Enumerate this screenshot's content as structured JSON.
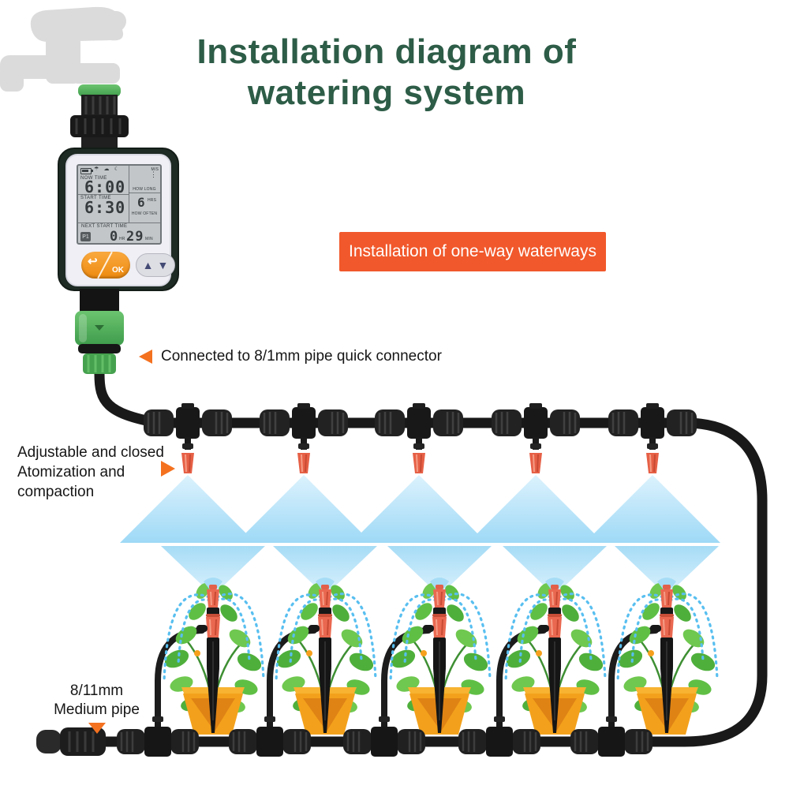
{
  "title": {
    "line1": "Installation diagram of",
    "line2": "watering system"
  },
  "banner": {
    "text": "Installation of one-way waterways"
  },
  "labels": {
    "quick_connector": "Connected to 8/1mm pipe quick connector",
    "atomizer_line1": "Adjustable and closed",
    "atomizer_line2": "Atomization and",
    "atomizer_line3": "compaction",
    "medium_pipe_line1": "8/11mm",
    "medium_pipe_line2": "Medium pipe"
  },
  "timer": {
    "lcd": {
      "weather_icons": "☂ ☁ ☾",
      "mode": "M/S",
      "level_dots": "⋮",
      "now_time_label": "NOW TIME",
      "now_time": "6:00",
      "start_time_label": "START TIME",
      "start_time": "6:30",
      "how_long_label": "HOW LONG",
      "how_often_value": "6",
      "how_often_unit": "HRS",
      "how_often_label": "HOW OFTEN",
      "next_start_label": "NEXT START TIME",
      "next_hr": "0",
      "next_hr_unit": "HR",
      "next_min": "29",
      "next_min_unit": "MIN",
      "program": "P1"
    },
    "buttons": {
      "back": "↩",
      "ok": "OK",
      "up": "▲",
      "down": "▼"
    }
  },
  "colors": {
    "title_green": "#2D5C47",
    "accent_orange": "#F1582B",
    "pointer_orange": "#F4711F",
    "mist_blue": "#A9DDF7",
    "spray_dash_blue": "#58BFF0",
    "pipe_black": "#191919",
    "pot_orange": "#F3A11C",
    "leaf_green": "#5FBF45",
    "nozzle_coral": "#EA6850",
    "connector_green": "#4CAF50"
  }
}
